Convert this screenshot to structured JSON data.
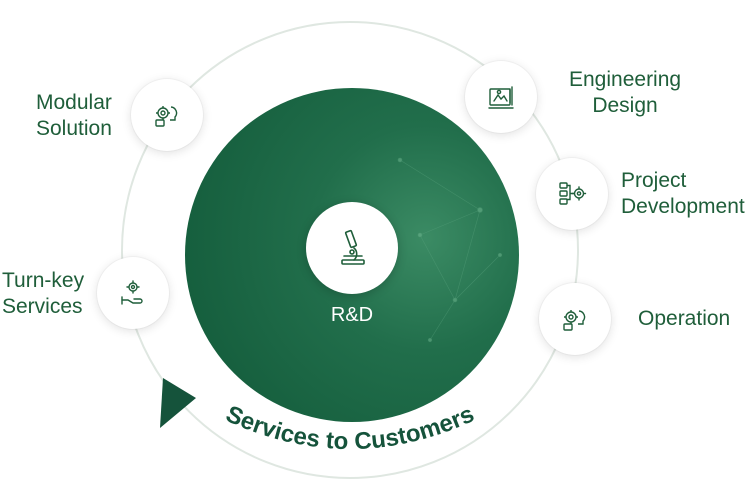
{
  "center": {
    "label": "R&D",
    "icon": "microscope-icon"
  },
  "services_arc": {
    "label": "Services to Customers"
  },
  "nodes": {
    "modular_solution": {
      "label_line1": "Modular",
      "label_line2": "Solution",
      "icon": "gear-bulb-icon"
    },
    "turnkey_services": {
      "label_line1": "Turn-key",
      "label_line2": "Services",
      "icon": "hand-gear-icon"
    },
    "engineering_design": {
      "label_line1": "Engineering",
      "label_line2": "Design",
      "icon": "blueprint-icon"
    },
    "project_development": {
      "label_line1": "Project",
      "label_line2": "Development",
      "icon": "flowchart-gear-icon"
    },
    "operation": {
      "label_line1": "Operation",
      "icon": "gear-bulb-icon"
    }
  },
  "colors": {
    "primary": "#1f5e3a",
    "center_fill": "#1d6b47",
    "ring": "#dde6df"
  }
}
